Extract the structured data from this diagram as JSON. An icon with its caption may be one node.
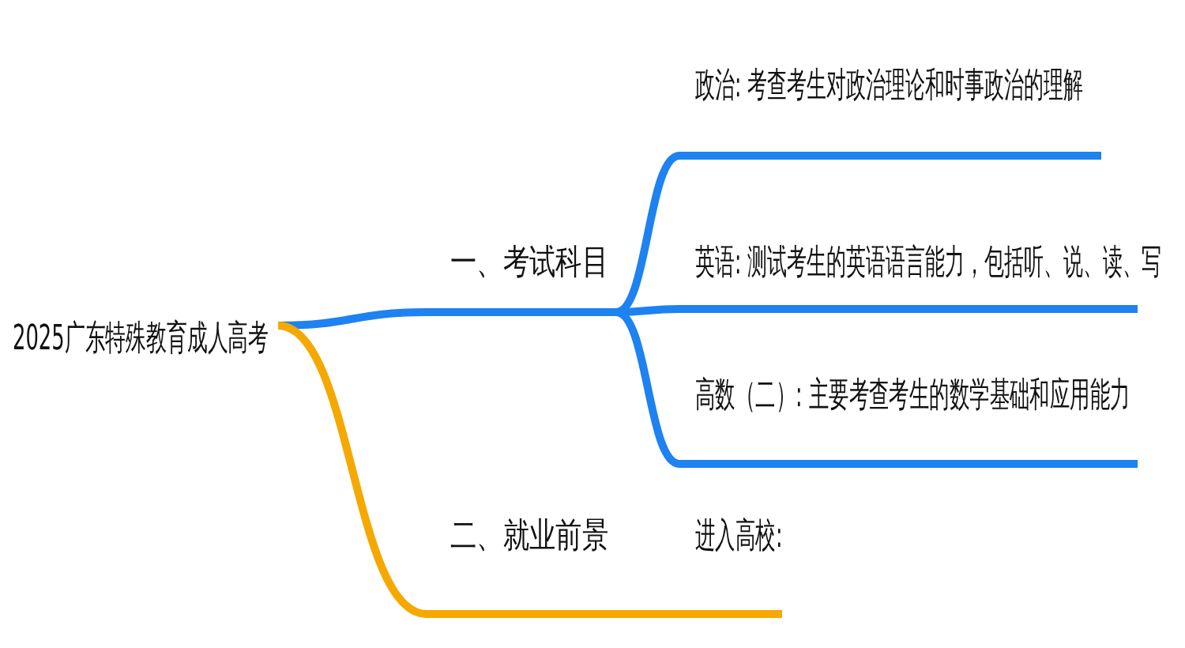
{
  "diagram": {
    "nodes": [
      {
        "text": [
          "2025广东特殊教育成人高考"
        ]
      },
      {
        "text": [
          "一、考试科目"
        ]
      },
      {
        "text": [
          "政治: 考查考生对政治理论和时事政治的理解"
        ]
      },
      {
        "text": [
          "英语: 测试考生的英语语言能力，包括听、说、读、写"
        ]
      },
      {
        "text": [
          "高数（二）: 主要考查考生的数学基础和应用能力"
        ]
      },
      {
        "text": [
          "二、就业前景"
        ]
      },
      {
        "text": [
          "进入高校:"
        ]
      }
    ],
    "edges": [
      {
        "from": 0,
        "to": 1,
        "arrow": "none"
      },
      {
        "from": 1,
        "to": 2,
        "arrow": "none"
      },
      {
        "from": 1,
        "to": 3,
        "arrow": "none"
      },
      {
        "from": 1,
        "to": 4,
        "arrow": "none"
      },
      {
        "from": 0,
        "to": 5,
        "arrow": "none",
        "color": "#f5a800"
      },
      {
        "from": 5,
        "to": 6,
        "arrow": "none",
        "color": "#f5a800"
      }
    ]
  }
}
